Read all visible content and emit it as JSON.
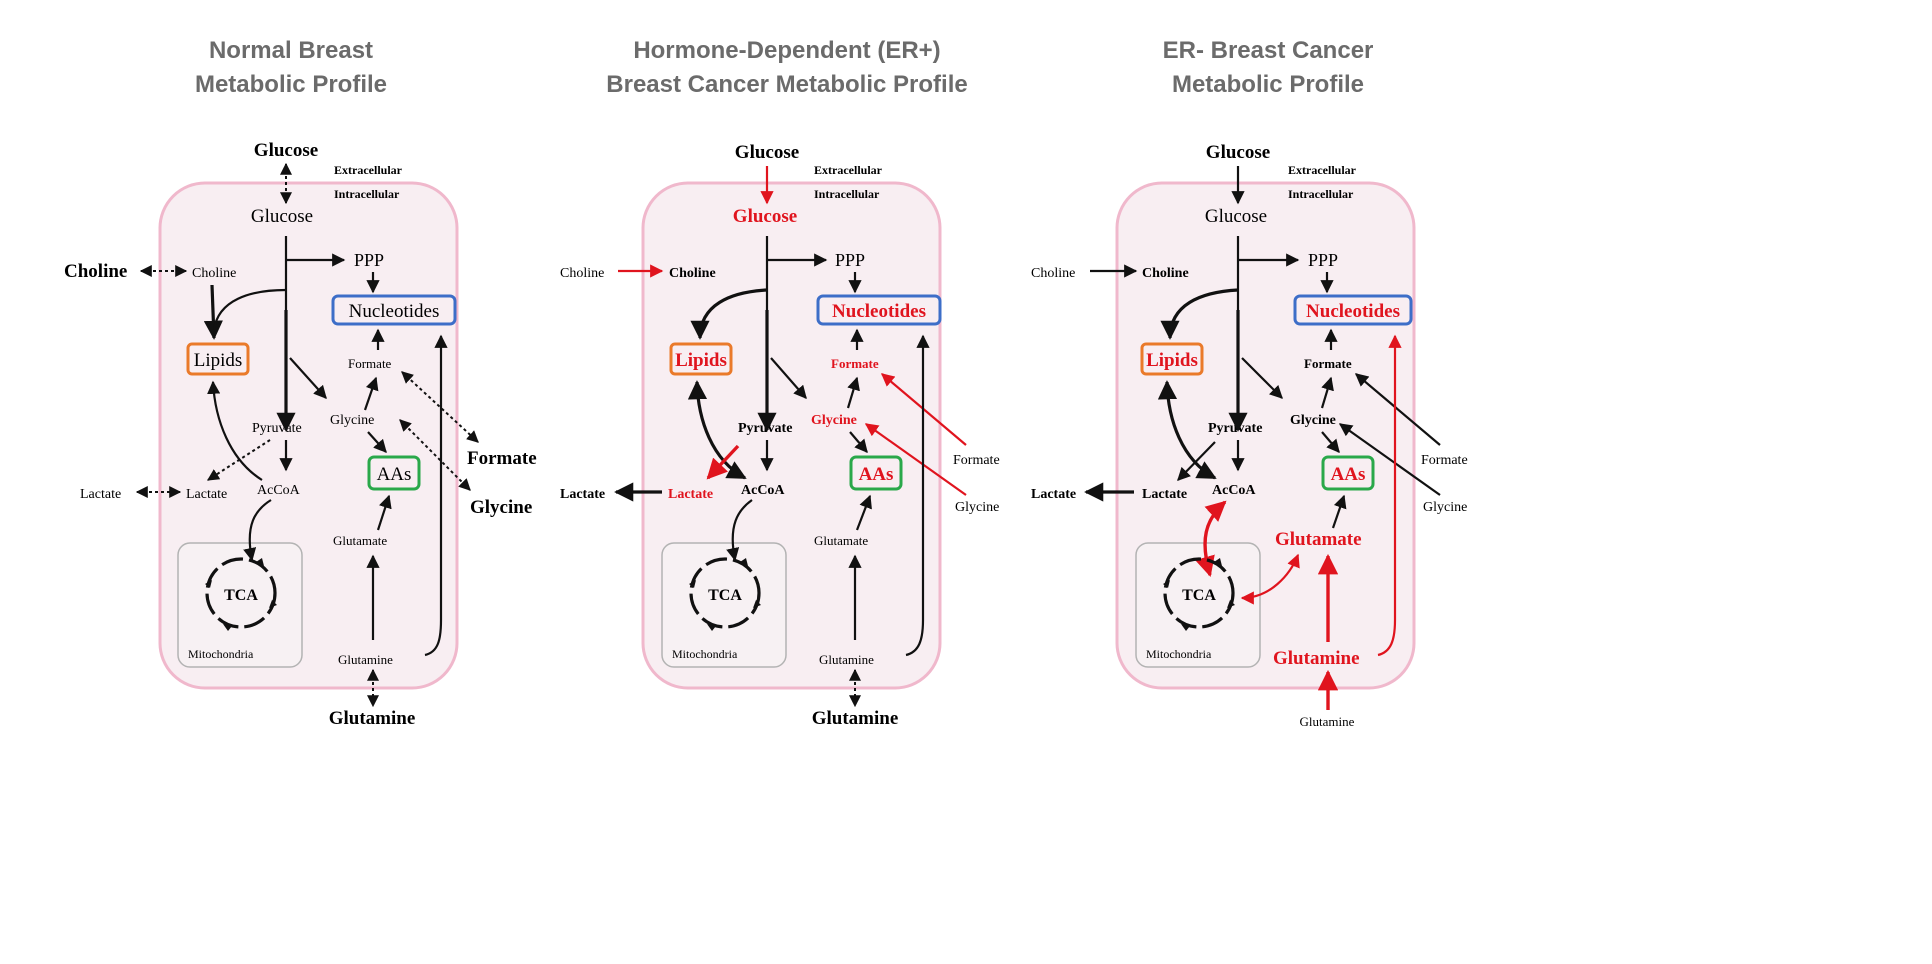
{
  "panels": [
    {
      "title": [
        "Normal Breast",
        "Metabolic Profile"
      ],
      "labels": {
        "glucose_ext": "Glucose",
        "extracellular": "Extracellular",
        "intracellular": "Intracellular",
        "glucose_int": "Glucose",
        "ppp": "PPP",
        "nucleotides": "Nucleotides",
        "choline_ext": "Choline",
        "choline_int": "Choline",
        "lipids": "Lipids",
        "formate_int": "Formate",
        "glycine_int": "Glycine",
        "pyruvate": "Pyruvate",
        "lactate_ext": "Lactate",
        "lactate_int": "Lactate",
        "acoa": "AcCoA",
        "aas": "AAs",
        "formate_ext": "Formate",
        "glycine_ext": "Glycine",
        "glutamate": "Glutamate",
        "tca": "TCA",
        "mitochondria": "Mitochondria",
        "glutamine_int": "Glutamine",
        "glutamine_ext": "Glutamine"
      }
    },
    {
      "title": [
        "Hormone-Dependent  (ER+)",
        "Breast Cancer Metabolic Profile"
      ],
      "labels": {
        "glucose_ext": "Glucose",
        "extracellular": "Extracellular",
        "intracellular": "Intracellular",
        "glucose_int": "Glucose",
        "ppp": "PPP",
        "nucleotides": "Nucleotides",
        "choline_ext": "Choline",
        "choline_int": "Choline",
        "lipids": "Lipids",
        "formate_int": "Formate",
        "glycine_int": "Glycine",
        "pyruvate": "Pyruvate",
        "lactate_ext": "Lactate",
        "lactate_int": "Lactate",
        "acoa": "AcCoA",
        "aas": "AAs",
        "formate_ext": "Formate",
        "glycine_ext": "Glycine",
        "glutamate": "Glutamate",
        "tca": "TCA",
        "mitochondria": "Mitochondria",
        "glutamine_int": "Glutamine",
        "glutamine_ext": "Glutamine"
      }
    },
    {
      "title": [
        "ER- Breast Cancer",
        "Metabolic Profile"
      ],
      "labels": {
        "glucose_ext": "Glucose",
        "extracellular": "Extracellular",
        "intracellular": "Intracellular",
        "glucose_int": "Glucose",
        "ppp": "PPP",
        "nucleotides": "Nucleotides",
        "choline_ext": "Choline",
        "choline_int": "Choline",
        "lipids": "Lipids",
        "formate_int": "Formate",
        "glycine_int": "Glycine",
        "pyruvate": "Pyruvate",
        "lactate_ext": "Lactate",
        "lactate_int": "Lactate",
        "acoa": "AcCoA",
        "aas": "AAs",
        "formate_ext": "Formate",
        "glycine_ext": "Glycine",
        "glutamate": "Glutamate",
        "tca": "TCA",
        "mitochondria": "Mitochondria",
        "glutamine_int": "Glutamine",
        "glutamine_ext": "Glutamine"
      }
    }
  ],
  "colors": {
    "cell_fill": "#f8eef2",
    "cell_border": "#f0b8cc",
    "mito_fill": "#f7f1f3",
    "mito_border": "#b3b3b3",
    "lipids_box": "#ea7a2a",
    "nucleotides_box": "#3d6ec8",
    "aas_box": "#2aa84a",
    "upregulated": "#e0141e",
    "normal": "#111111",
    "title": "#6b6b6b"
  }
}
